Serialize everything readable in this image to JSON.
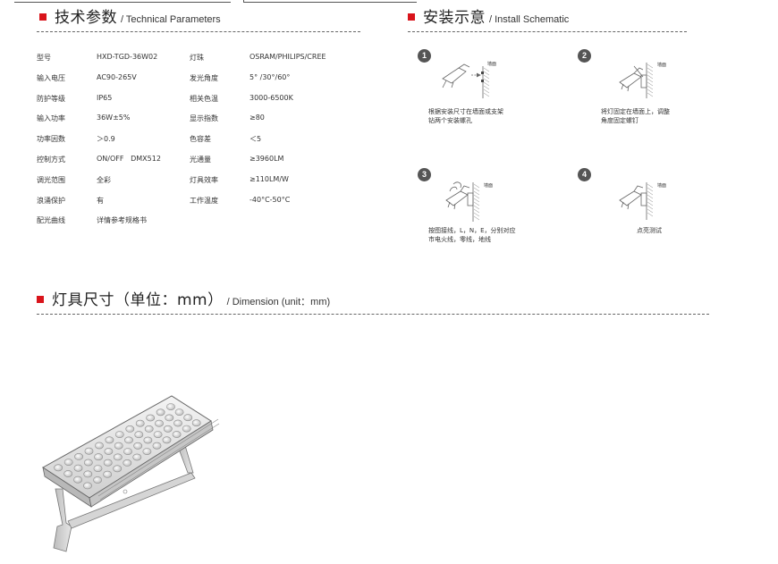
{
  "tech": {
    "title_cn": "技术参数",
    "title_en": "/ Technical Parameters",
    "rows": [
      {
        "l1": "型号",
        "v1": "HXD-TGD-36W02",
        "l2": "灯珠",
        "v2": "OSRAM/PHILIPS/CREE"
      },
      {
        "l1": "输入电压",
        "v1": "AC90-265V",
        "l2": "发光角度",
        "v2": "5° /30°/60°"
      },
      {
        "l1": "防护等级",
        "v1": "IP65",
        "l2": "相关色温",
        "v2": "3000-6500K"
      },
      {
        "l1": "输入功率",
        "v1": "36W±5%",
        "l2": "显示指数",
        "v2": "≥80"
      },
      {
        "l1": "功率因数",
        "v1": "＞0.9",
        "l2": "色容差",
        "v2": "＜5"
      },
      {
        "l1": "控制方式",
        "v1": "ON/OFF   DMX512",
        "l2": "光通量",
        "v2": "≥3960LM"
      },
      {
        "l1": "调光范围",
        "v1": "全彩",
        "l2": "灯具效率",
        "v2": "≥110LM/W"
      },
      {
        "l1": "浪涌保护",
        "v1": "有",
        "l2": "工作温度",
        "v2": "-40°C-50°C"
      },
      {
        "l1": "配光曲线",
        "v1": "详情参考规格书",
        "l2": "",
        "v2": ""
      }
    ]
  },
  "install": {
    "title_cn": "安装示意",
    "title_en": "/ Install Schematic",
    "wall_label": "墙面",
    "steps": [
      {
        "num": "1",
        "caption": [
          "根据安装尺寸在墙面或支架",
          "钻两个安装螺孔"
        ]
      },
      {
        "num": "2",
        "caption": [
          "将灯固定在墙面上，调整",
          "角度固定螺钉"
        ]
      },
      {
        "num": "3",
        "caption": [
          "按图接线，L，N，E，分别对应",
          "市电火线，零线，地线"
        ]
      },
      {
        "num": "4",
        "caption": [
          "点亮测试"
        ]
      }
    ]
  },
  "dimension": {
    "title_cn": "灯具尺寸（单位：mm）",
    "title_en": "/ Dimension (unit：mm)"
  },
  "colors": {
    "accent": "#d9141b",
    "step_badge": "#555555"
  }
}
